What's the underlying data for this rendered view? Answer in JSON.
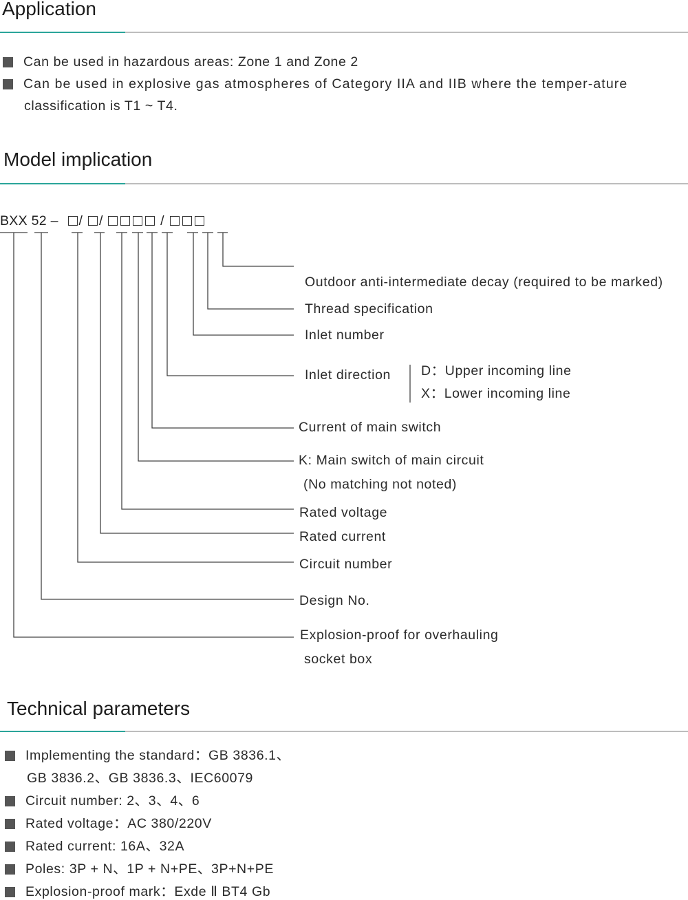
{
  "colors": {
    "accent": "#2aa59a",
    "rule": "#bdbdbd",
    "bullet": "#555555",
    "text": "#2a2a2a"
  },
  "icons": {
    "bullet": "square-bullet-icon"
  },
  "application": {
    "heading": "Application",
    "bullets": [
      "Can be used in hazardous areas: Zone 1 and Zone 2",
      "Can be used in explosive gas atmospheres of Category IIA and IIB where the temper-ature"
    ],
    "bullet2_cont": "classification is T1 ~ T4."
  },
  "model": {
    "heading": "Model implication",
    "code_prefix": "BXX 52 –",
    "sep": "/",
    "labels": {
      "outdoor": "Outdoor anti-intermediate decay (required to be marked)",
      "thread": "Thread specification",
      "inlet_number": "Inlet number",
      "inlet_direction": "Inlet direction",
      "dir_d": "D：Upper incoming line",
      "dir_x": "X：Lower incoming line",
      "current_main": "Current of main switch",
      "k_main": "K: Main switch of main circuit",
      "k_note": "(No matching not noted)",
      "rated_voltage": "Rated voltage",
      "rated_current": "Rated current",
      "circuit_number": "Circuit number",
      "design_no": "Design No.",
      "explosion_1": "Explosion-proof for overhauling",
      "explosion_2": "socket box"
    }
  },
  "technical": {
    "heading": "Technical parameters",
    "standard_1": "Implementing the standard：GB 3836.1、",
    "standard_2": "GB 3836.2、GB 3836.3、IEC60079",
    "circuit": "Circuit number: 2、3、4、6",
    "voltage": "Rated voltage：AC 380/220V",
    "current": "Rated current: 16A、32A",
    "poles": "Poles: 3P + N、1P + N+PE、3P+N+PE",
    "mark": "Explosion-proof mark：Exde Ⅱ BT4 Gb"
  }
}
